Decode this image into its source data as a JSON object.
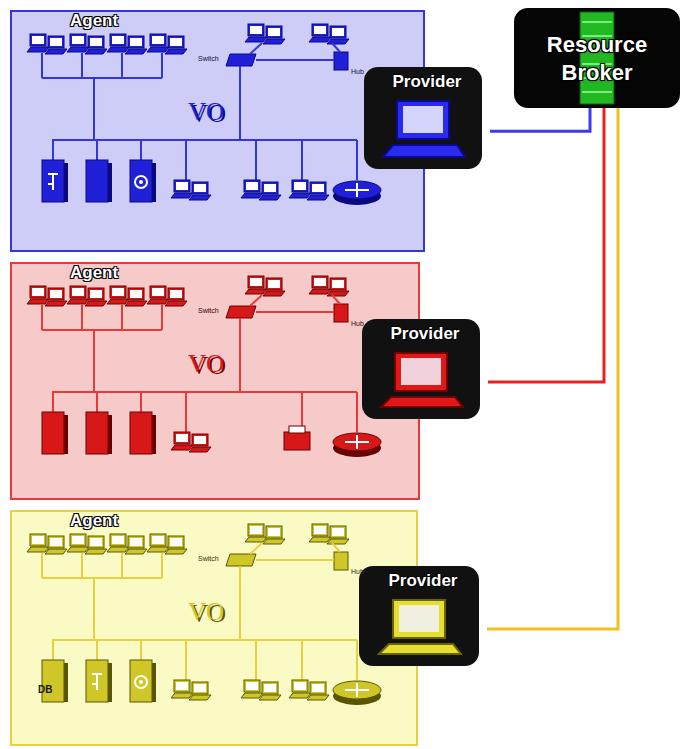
{
  "diagram": {
    "nodes": [
      {
        "text": [
          "Agent",
          "VO"
        ]
      },
      {
        "text": [
          "Provider"
        ],
        "in": 0
      },
      {
        "text": [
          "Agent",
          "VO"
        ]
      },
      {
        "text": [
          "Provider"
        ],
        "in": 2
      },
      {
        "text": [
          "Agent",
          "VO"
        ]
      },
      {
        "text": [
          "Provider"
        ],
        "in": 4
      },
      {
        "text": [
          "Resource Broker"
        ]
      }
    ],
    "edges": [
      {
        "from": 1,
        "to": 6,
        "arrow": "none"
      },
      {
        "from": 3,
        "to": 6,
        "arrow": "none"
      },
      {
        "from": 5,
        "to": 6,
        "arrow": "none"
      }
    ],
    "labels": [
      "Switch",
      "Hub",
      "Switch",
      "Hub",
      "Switch",
      "Hub",
      "DB"
    ]
  }
}
